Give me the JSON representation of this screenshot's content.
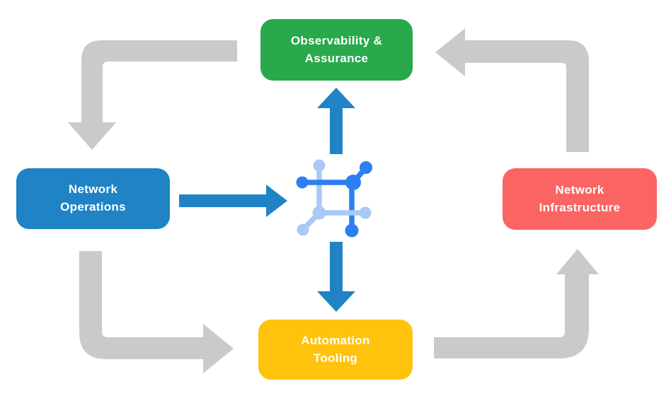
{
  "nodes": {
    "observability": {
      "line1": "Observability &",
      "line2": "Assurance",
      "color": "#29a84c"
    },
    "operations": {
      "line1": "Network",
      "line2": "Operations",
      "color": "#1f83c6"
    },
    "infrastructure": {
      "line1": "Network",
      "line2": "Infrastructure",
      "color": "#fa6462"
    },
    "automation": {
      "line1": "Automation",
      "line2": "Tooling",
      "color": "#ffc20d"
    }
  },
  "hub_icon": {
    "name": "network-mesh-icon",
    "primary_color": "#2b7ff2",
    "secondary_color": "#a9c9f7"
  },
  "edges": [
    {
      "from": "observability",
      "to": "operations",
      "style": "gray-elbow"
    },
    {
      "from": "operations",
      "to": "automation",
      "style": "gray-elbow"
    },
    {
      "from": "automation",
      "to": "infrastructure",
      "style": "gray-elbow"
    },
    {
      "from": "infrastructure",
      "to": "observability",
      "style": "gray-elbow"
    },
    {
      "from": "operations",
      "to": "hub",
      "style": "blue-straight"
    },
    {
      "from": "hub",
      "to": "observability",
      "style": "blue-straight"
    },
    {
      "from": "hub",
      "to": "automation",
      "style": "blue-straight"
    }
  ],
  "colors": {
    "observability_green": "#29a84c",
    "operations_blue": "#1f83c6",
    "infrastructure_red": "#fa6462",
    "automation_yellow": "#ffc20d",
    "cycle_arrow_gray": "#cacaca",
    "hub_arrow_blue": "#1f83c6",
    "icon_blue_bright": "#2b7ff2",
    "icon_blue_light": "#a9c9f7",
    "label_text": "#ffffff"
  }
}
